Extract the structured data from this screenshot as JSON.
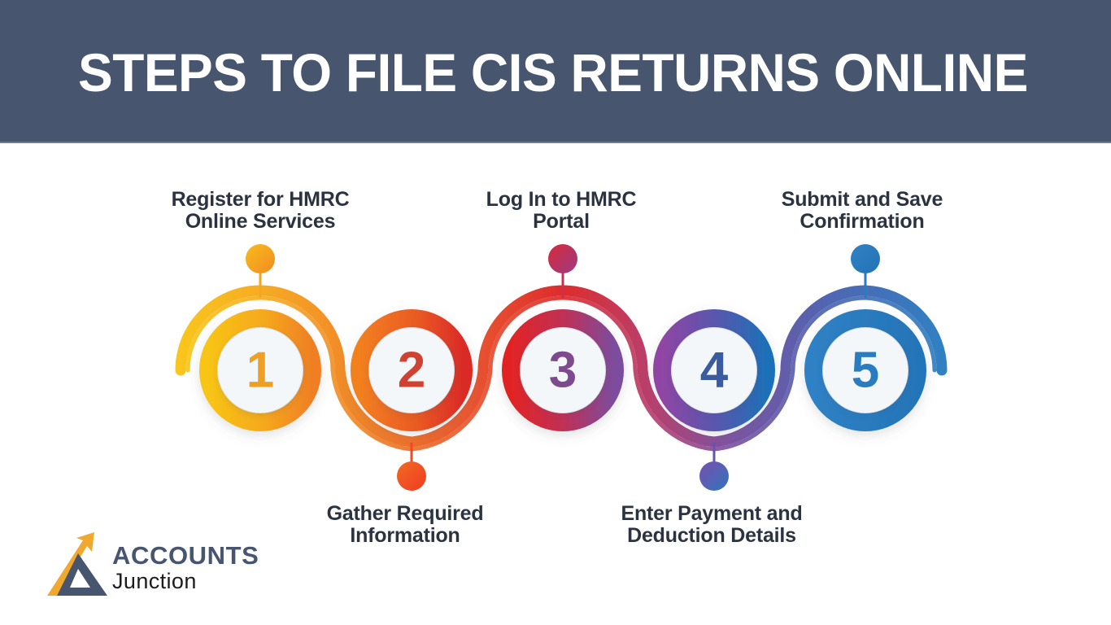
{
  "header": {
    "title": "STEPS TO FILE CIS RETURNS ONLINE",
    "background_color": "#47566e",
    "title_color": "#ffffff"
  },
  "canvas": {
    "background_color": "#ffffff"
  },
  "steps": [
    {
      "number": "1",
      "label_line_1": "Register for HMRC",
      "label_line_2": "Online Services",
      "label_position": "above",
      "ring_color_start": "#f6b819",
      "ring_color_end": "#ef8022",
      "number_color": "#efa024",
      "dot_color": "#f6a723",
      "inner_color": "#f4f7f9"
    },
    {
      "number": "2",
      "label_line_1": "Gather Required",
      "label_line_2": "Information",
      "label_position": "below",
      "ring_color_start": "#f07c22",
      "ring_color_end": "#da3027",
      "number_color": "#cf4130",
      "dot_color": "#ef4a23",
      "inner_color": "#f4f7f9"
    },
    {
      "number": "3",
      "label_line_1": "Log In to HMRC",
      "label_line_2": "Portal",
      "label_position": "above",
      "ring_color_start": "#e02a2a",
      "ring_color_end": "#7b4d9e",
      "number_color": "#7d4a8e",
      "dot_color": "#cf2f4e",
      "inner_color": "#f4f7f9"
    },
    {
      "number": "4",
      "label_line_1": "Enter Payment and",
      "label_line_2": "Deduction Details",
      "label_position": "below",
      "ring_color_start": "#8c4ba0",
      "ring_color_end": "#1e6fb5",
      "number_color": "#3a5ba0",
      "dot_color": "#6355ac",
      "inner_color": "#f4f7f9"
    },
    {
      "number": "5",
      "label_line_1": "Submit and Save",
      "label_line_2": "Confirmation",
      "label_position": "above",
      "ring_color_start": "#2a7cc0",
      "ring_color_end": "#2a7cc0",
      "number_color": "#2a7cc0",
      "dot_color": "#2a7cc0",
      "inner_color": "#f4f7f9"
    }
  ],
  "logo": {
    "name_top": "ACCOUNTS",
    "name_bottom": "Junction",
    "arrow_color": "#f0a92e",
    "triangle_color": "#47566e",
    "top_text_color": "#47566e",
    "bottom_text_color": "#1c1c1c"
  }
}
